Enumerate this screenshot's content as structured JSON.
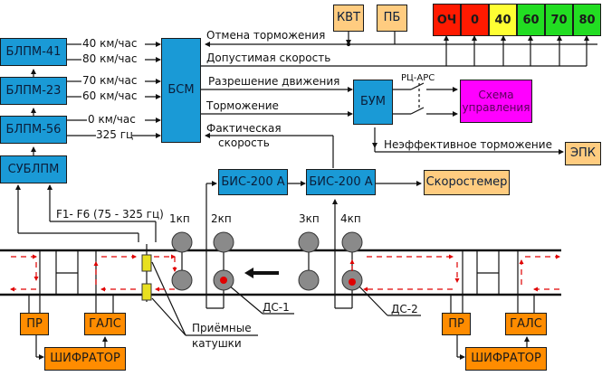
{
  "diagram": {
    "blocks": {
      "blpm41": "БЛПМ-41",
      "blpm23": "БЛПМ-23",
      "blpm56": "БЛПМ-56",
      "sublpm": "СУБЛПМ",
      "bsm": "БСМ",
      "kvt": "КВТ",
      "pb": "ПБ",
      "bum": "БУМ",
      "control_scheme": "Схема управления",
      "epk": "ЭПК",
      "bis1": "БИС-200 А",
      "bis2": "БИС-200 А",
      "speedometer": "Скоростемер",
      "pr_left": "ПР",
      "gals_left": "ГАЛС",
      "encoder_left": "ШИФРАТОР",
      "pr_right": "ПР",
      "gals_right": "ГАЛС",
      "encoder_right": "ШИФРАТОР"
    },
    "signals": [
      {
        "label": "ОЧ",
        "color": "#ff1a00"
      },
      {
        "label": "0",
        "color": "#ff1a00"
      },
      {
        "label": "40",
        "color": "#ffff33"
      },
      {
        "label": "60",
        "color": "#22dd22"
      },
      {
        "label": "70",
        "color": "#22dd22"
      },
      {
        "label": "80",
        "color": "#22dd22"
      }
    ],
    "labels": {
      "speed40": "40 км/час",
      "speed80": "80 км/час",
      "speed70": "70 км/час",
      "speed60": "60 км/час",
      "speed0": "0 км/час",
      "freq325": "325 гц",
      "cancel_braking": "Отмена торможения",
      "allowed_speed": "Допустимая скорость",
      "movement_permit": "Разрешение движения",
      "braking": "Торможение",
      "actual_speed_1": "Фактическая",
      "actual_speed_2": "скорость",
      "rc_ars": "РЦ-АРС",
      "ineffective_braking": "Неэффективное торможение",
      "freq_range": "F1- F6 (75 - 325 гц)",
      "axle1": "1кп",
      "axle2": "2кп",
      "axle3": "3кп",
      "axle4": "4кп",
      "ds1": "ДС-1",
      "ds2": "ДС-2",
      "receiver_coils_1": "Приёмные",
      "receiver_coils_2": "катушки"
    },
    "colors": {
      "blue_block": "#1a9ad6",
      "tan_block": "#ffcc80",
      "orange_block": "#ff8c00",
      "magenta_block": "#ff00ff",
      "current_arrows": "#e00000",
      "wheel": "#8a8a8a"
    }
  }
}
